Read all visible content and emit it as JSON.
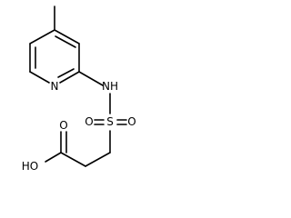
{
  "molecule": {
    "atoms": {
      "pyridine_n": "N",
      "amine_nh": "NH",
      "sulfur": "S",
      "sulfonyl_o_left": "O",
      "sulfonyl_o_right": "O",
      "carbonyl_o": "O",
      "hydroxyl": "HO"
    }
  }
}
